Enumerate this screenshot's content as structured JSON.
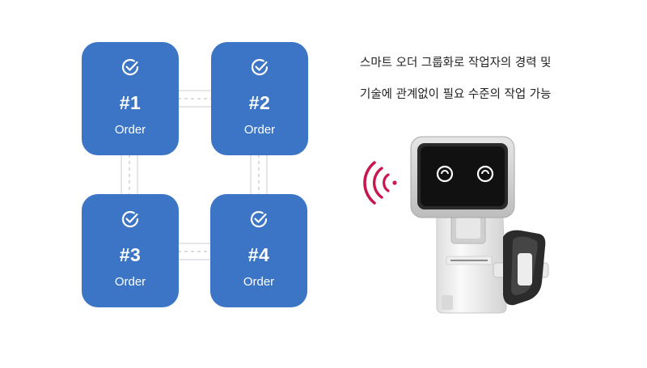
{
  "orders": [
    {
      "number": "#1",
      "label": "Order"
    },
    {
      "number": "#2",
      "label": "Order"
    },
    {
      "number": "#3",
      "label": "Order"
    },
    {
      "number": "#4",
      "label": "Order"
    }
  ],
  "description": {
    "line1": "스마트 오더 그룹화로 작업자의 경력 및",
    "line2": "기술에 관계없이 필요 수준의 작업 가능"
  },
  "colors": {
    "card": "#3c75c6",
    "signal": "#c8174f",
    "robot_body": "#f4f4f4"
  },
  "icons": [
    "check-circle-icon",
    "wireless-signal-icon"
  ]
}
